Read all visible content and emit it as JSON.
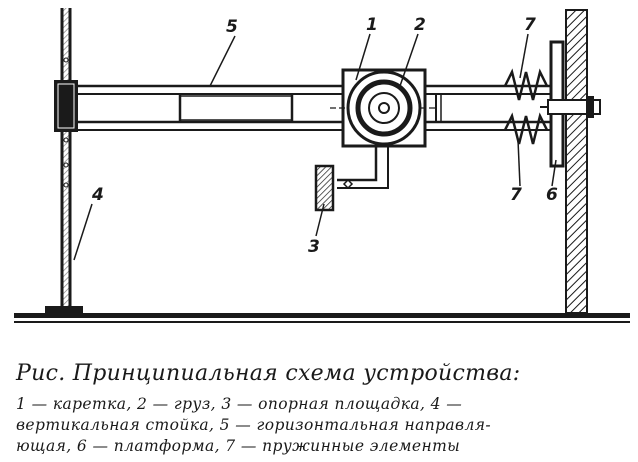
{
  "diagram": {
    "callouts": {
      "carriage": "1",
      "weight": "2",
      "support_pad": "3",
      "vertical_post": "4",
      "horizontal_guide": "5",
      "platform": "6",
      "spring_top": "7",
      "spring_bottom": "7"
    },
    "colors": {
      "ink": "#1a1a1a",
      "background": "#ffffff"
    }
  },
  "caption": {
    "title": "Рис. Принципиальная схема устройства:",
    "legend_lines": [
      "1 — каретка,   2 — груз,    3 — опорная   площадка,   4 —",
      "вертикальная  стойка,  5 — горизонтальная  направля-",
      "ющая,  6 — платформа,  7 — пружинные  элементы"
    ]
  }
}
